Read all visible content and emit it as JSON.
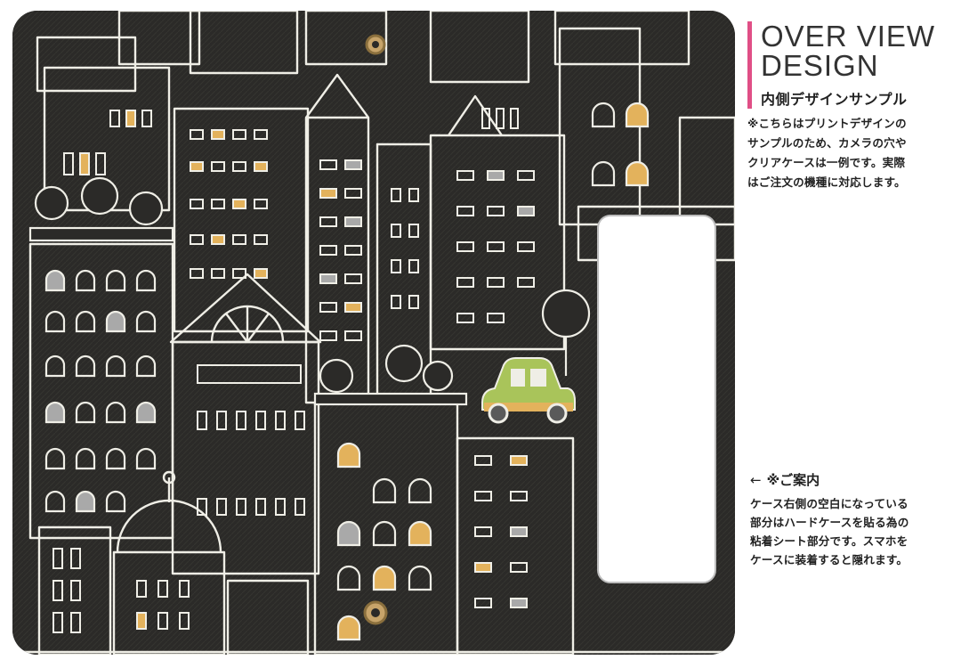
{
  "overview": {
    "title_line1": "OVER VIEW",
    "title_line2": "DESIGN",
    "subtitle": "内側デザインサンプル",
    "note_lines": [
      "※こちらはプリントデザインの",
      "サンプルのため、カメラの穴や",
      "クリアケースは一例です。実際",
      "はご注文の機種に対応します。"
    ]
  },
  "guide": {
    "arrow": "←",
    "heading": "※ご案内",
    "body_lines": [
      "ケース右側の空白になっている",
      "部分はハードケースを貼る為の",
      "粘着シート部分です。スマホを",
      "ケースに装着すると隠れます。"
    ]
  },
  "colors": {
    "accent_bar": "#e04f86",
    "case_bg": "#2b2a28",
    "line": "#efeee6",
    "window_yellow": "#e3b25c",
    "window_gray": "#a9a9a9",
    "car_green": "#a9c45a"
  },
  "icons": {
    "arrow": "left-arrow-icon",
    "eyelet": "grommet-icon",
    "car": "car-icon",
    "tree": "tree-icon"
  }
}
